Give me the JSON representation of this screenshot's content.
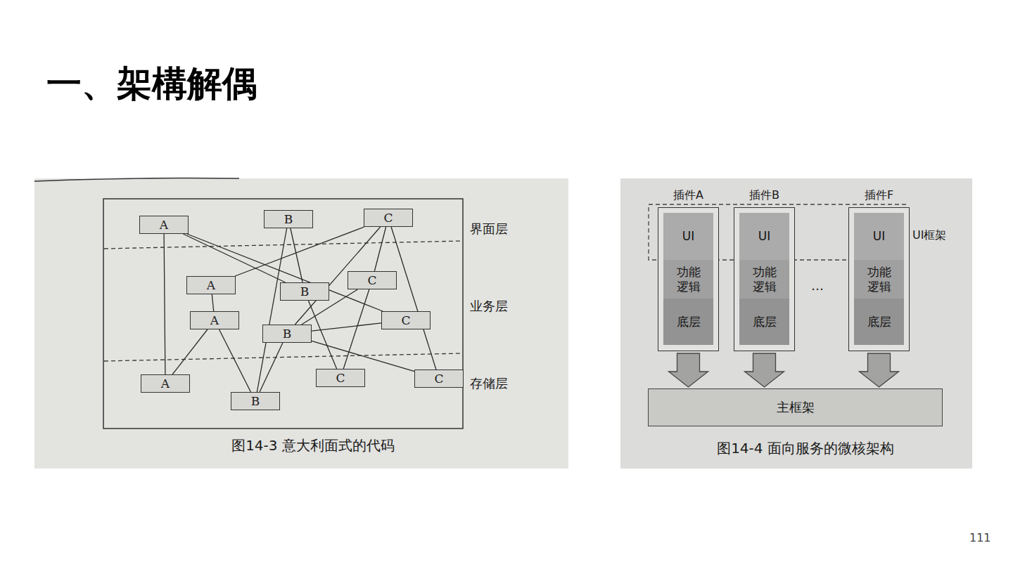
{
  "diagram": {
    "title": "一、架構解偶",
    "nodes": [
      {
        "text": [
          "A"
        ]
      },
      {
        "text": [
          "B"
        ]
      },
      {
        "text": [
          "C"
        ]
      },
      {
        "text": [
          "A"
        ]
      },
      {
        "text": [
          "B"
        ]
      },
      {
        "text": [
          "C"
        ]
      },
      {
        "text": [
          "A"
        ]
      },
      {
        "text": [
          "B"
        ]
      },
      {
        "text": [
          "C"
        ]
      },
      {
        "text": [
          "A"
        ]
      },
      {
        "text": [
          "B"
        ]
      },
      {
        "text": [
          "C"
        ]
      },
      {
        "text": [
          "C"
        ]
      },
      {
        "text": [
          "插件A"
        ]
      },
      {
        "text": [
          "UI"
        ],
        "in": 13
      },
      {
        "text": [
          "功能逻辑"
        ],
        "in": 13
      },
      {
        "text": [
          "底层"
        ],
        "in": 13
      },
      {
        "text": [
          "插件B"
        ]
      },
      {
        "text": [
          "UI"
        ],
        "in": 17
      },
      {
        "text": [
          "功能逻辑"
        ],
        "in": 17
      },
      {
        "text": [
          "底层"
        ],
        "in": 17
      },
      {
        "text": [
          "插件F"
        ]
      },
      {
        "text": [
          "UI"
        ],
        "in": 21
      },
      {
        "text": [
          "功能逻辑"
        ],
        "in": 21
      },
      {
        "text": [
          "底层"
        ],
        "in": 21
      },
      {
        "text": [
          "主框架"
        ]
      }
    ],
    "edges": [
      {
        "from": 0,
        "to": 9,
        "arrow": "none"
      },
      {
        "from": 0,
        "to": 4,
        "arrow": "none"
      },
      {
        "from": 0,
        "to": 8,
        "arrow": "none"
      },
      {
        "from": 2,
        "to": 3,
        "arrow": "none"
      },
      {
        "from": 2,
        "to": 5,
        "arrow": "none"
      },
      {
        "from": 2,
        "to": 12,
        "arrow": "none"
      },
      {
        "from": 2,
        "to": 7,
        "arrow": "none"
      },
      {
        "from": 1,
        "to": 4,
        "arrow": "none"
      },
      {
        "from": 1,
        "to": 10,
        "arrow": "none"
      },
      {
        "from": 3,
        "to": 6,
        "arrow": "none"
      },
      {
        "from": 6,
        "to": 9,
        "arrow": "none"
      },
      {
        "from": 6,
        "to": 10,
        "arrow": "none"
      },
      {
        "from": 7,
        "to": 8,
        "arrow": "none"
      },
      {
        "from": 7,
        "to": 5,
        "arrow": "none"
      },
      {
        "from": 7,
        "to": 10,
        "arrow": "none"
      },
      {
        "from": 7,
        "to": 12,
        "arrow": "none"
      },
      {
        "from": 4,
        "to": 11,
        "arrow": "none"
      },
      {
        "from": 5,
        "to": 11,
        "arrow": "none"
      },
      {
        "from": 13,
        "to": 25,
        "arrow": "to"
      },
      {
        "from": 17,
        "to": 25,
        "arrow": "to"
      },
      {
        "from": 21,
        "to": 25,
        "arrow": "to"
      }
    ],
    "labels": [
      "界面层",
      "业务层",
      "存储层",
      "图14-3 意大利面式的代码",
      "UI框架",
      "…",
      "图14-4 面向服务的微核架构",
      "111"
    ]
  }
}
